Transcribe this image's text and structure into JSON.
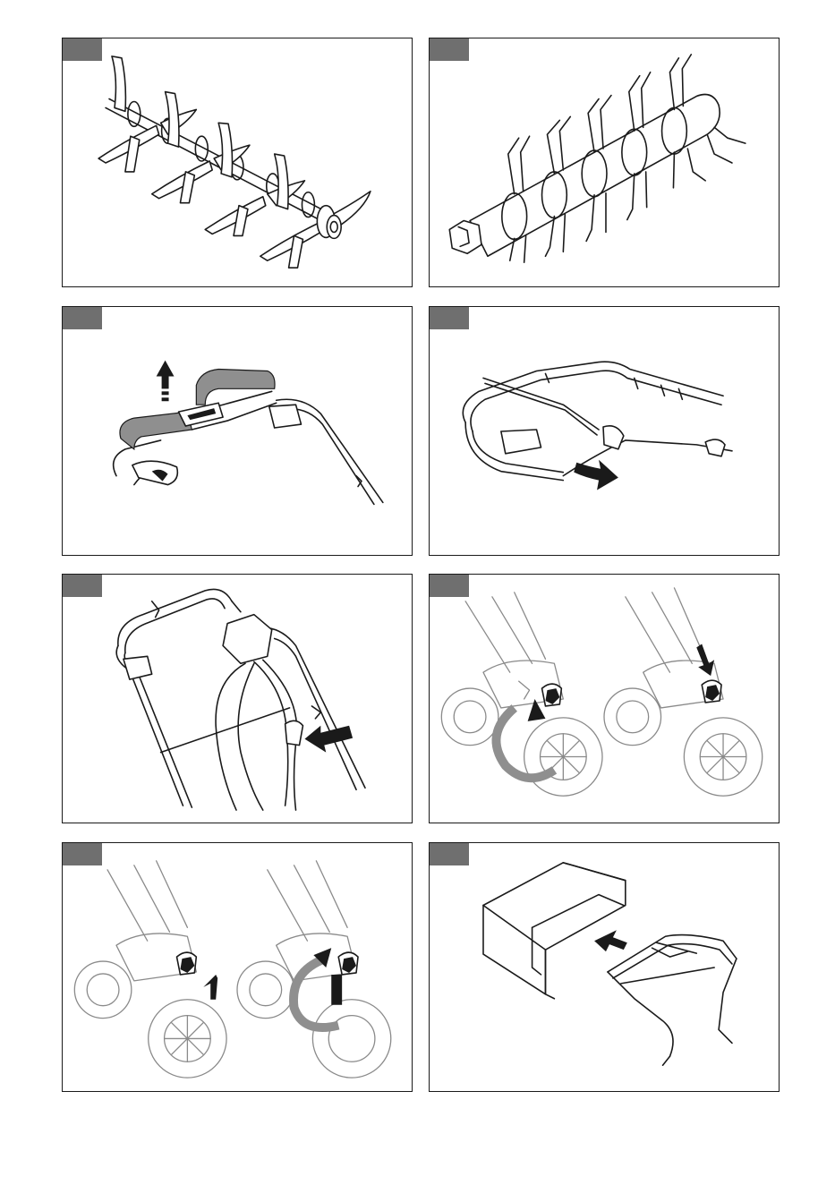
{
  "page": {
    "panels": [
      {
        "id": 1,
        "subject": "tine-roller-blades-icon"
      },
      {
        "id": 2,
        "subject": "spring-tine-roller-icon"
      },
      {
        "id": 3,
        "subject": "handle-lift-arrow-icon"
      },
      {
        "id": 4,
        "subject": "handle-cable-route-icon"
      },
      {
        "id": 5,
        "subject": "handle-clip-arrow-icon"
      },
      {
        "id": 6,
        "subject": "wheel-knob-loosen-icon"
      },
      {
        "id": 7,
        "subject": "wheel-knob-tighten-icon"
      },
      {
        "id": 8,
        "subject": "grass-bag-attach-icon"
      }
    ],
    "colors": {
      "line": "#1a1a1a",
      "tab": "#6f6f6f",
      "highlight": "#8f8f8f",
      "faint": "#8a8a8a"
    }
  }
}
